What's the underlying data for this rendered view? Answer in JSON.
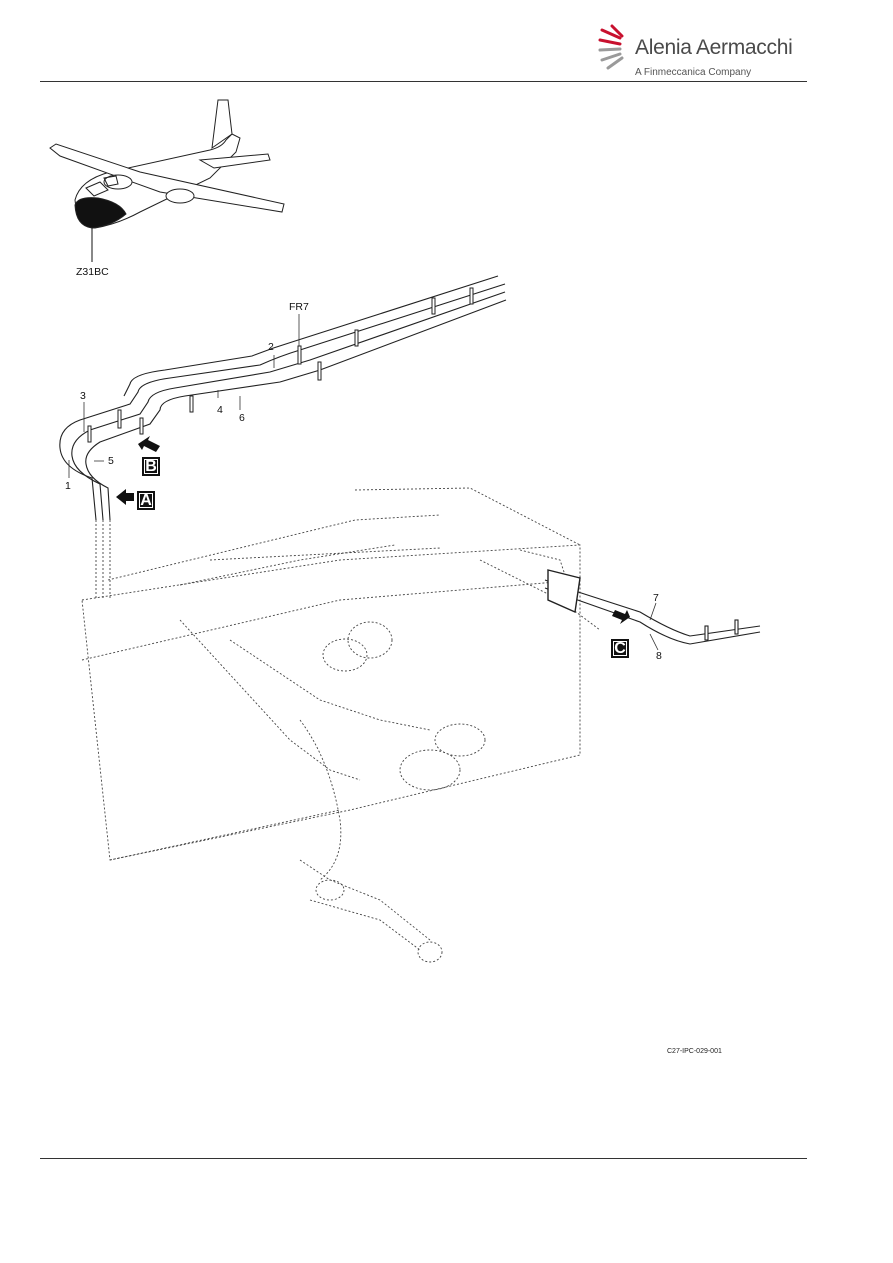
{
  "header": {
    "brand_name": "Alenia Aermacchi",
    "brand_tagline": "A Finmeccanica Company",
    "brand_color": "#c8102e"
  },
  "diagram": {
    "zone_label": "Z31BC",
    "frame_label": "FR7",
    "callouts": [
      "1",
      "2",
      "3",
      "4",
      "5",
      "6",
      "7",
      "8"
    ],
    "view_arrows": [
      "A",
      "B",
      "C"
    ],
    "figure_id": "C27-IPC-029-001"
  }
}
